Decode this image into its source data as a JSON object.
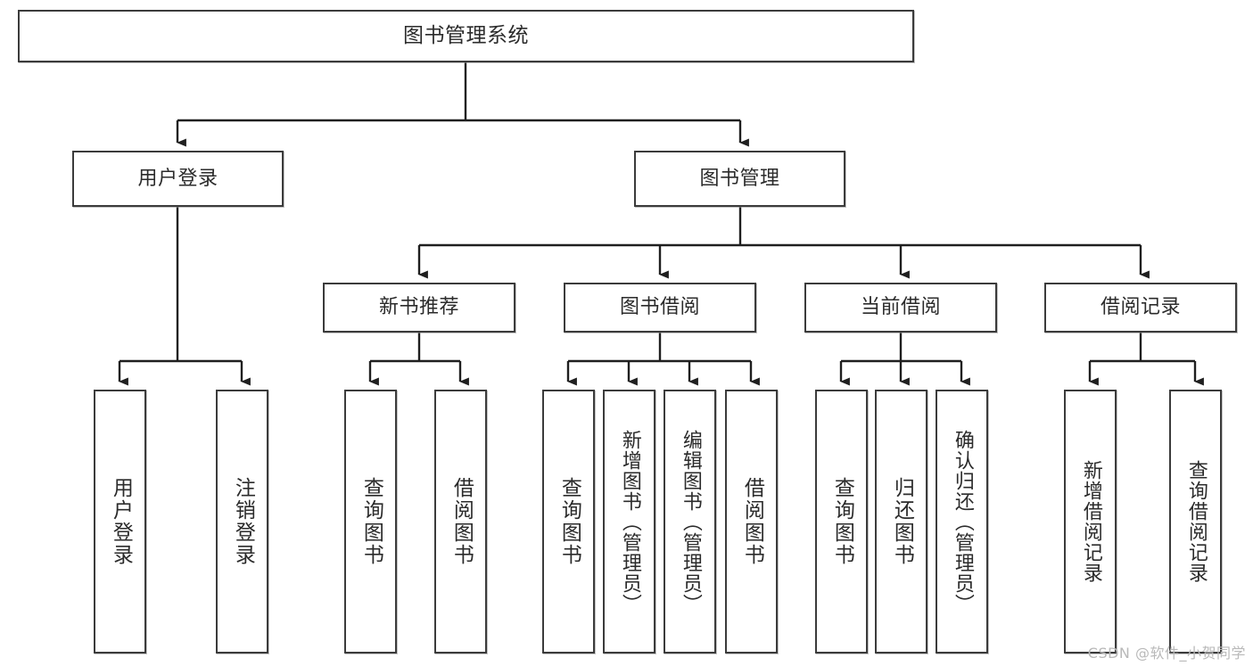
{
  "diagram": {
    "title": "图书管理系统",
    "type": "tree",
    "watermark": "CSDN @软件_小贺同学",
    "colors": {
      "box_border": "#3b3b3b",
      "box_fill": "#ffffff",
      "text": "#2b2b2b",
      "connector": "#1f1f1f",
      "watermark": "#b9b9b9"
    },
    "root": {
      "label": "图书管理系统"
    },
    "level2": [
      {
        "label": "用户登录"
      },
      {
        "label": "图书管理"
      }
    ],
    "level3": [
      {
        "label": "新书推荐"
      },
      {
        "label": "图书借阅"
      },
      {
        "label": "当前借阅"
      },
      {
        "label": "借阅记录"
      }
    ],
    "leaves": [
      {
        "label": "用户登录"
      },
      {
        "label": "注销登录"
      },
      {
        "label": "查询图书"
      },
      {
        "label": "借阅图书"
      },
      {
        "label": "查询图书"
      },
      {
        "label": "新增图书（管理员）"
      },
      {
        "label": "编辑图书（管理员）"
      },
      {
        "label": "借阅图书"
      },
      {
        "label": "查询图书"
      },
      {
        "label": "归还图书"
      },
      {
        "label": "确认归还（管理员）"
      },
      {
        "label": "新增借阅记录"
      },
      {
        "label": "查询借阅记录"
      }
    ]
  }
}
